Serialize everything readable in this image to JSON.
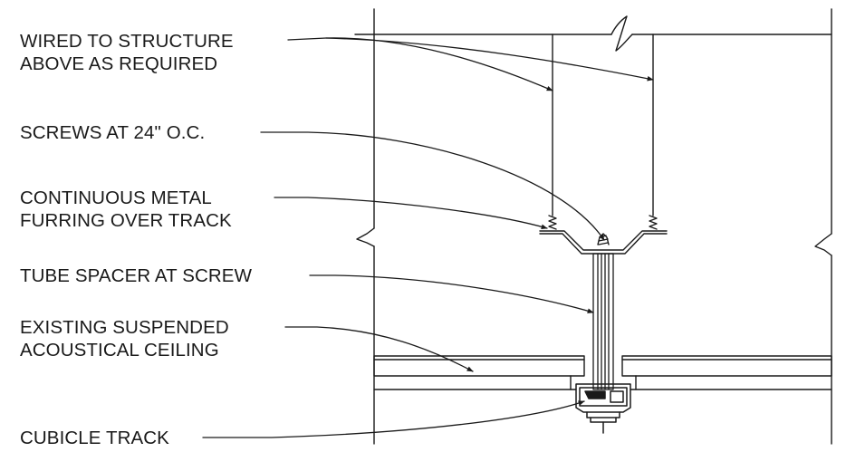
{
  "labels": {
    "wired_line1": "WIRED TO STRUCTURE",
    "wired_line2": "ABOVE AS REQUIRED",
    "screws": "SCREWS AT 24\" O.C.",
    "furring_line1": "CONTINUOUS METAL",
    "furring_line2": "FURRING OVER TRACK",
    "spacer": "TUBE SPACER AT SCREW",
    "ceiling_line1": "EXISTING SUSPENDED",
    "ceiling_line2": "ACOUSTICAL CEILING",
    "track": "CUBICLE TRACK"
  }
}
